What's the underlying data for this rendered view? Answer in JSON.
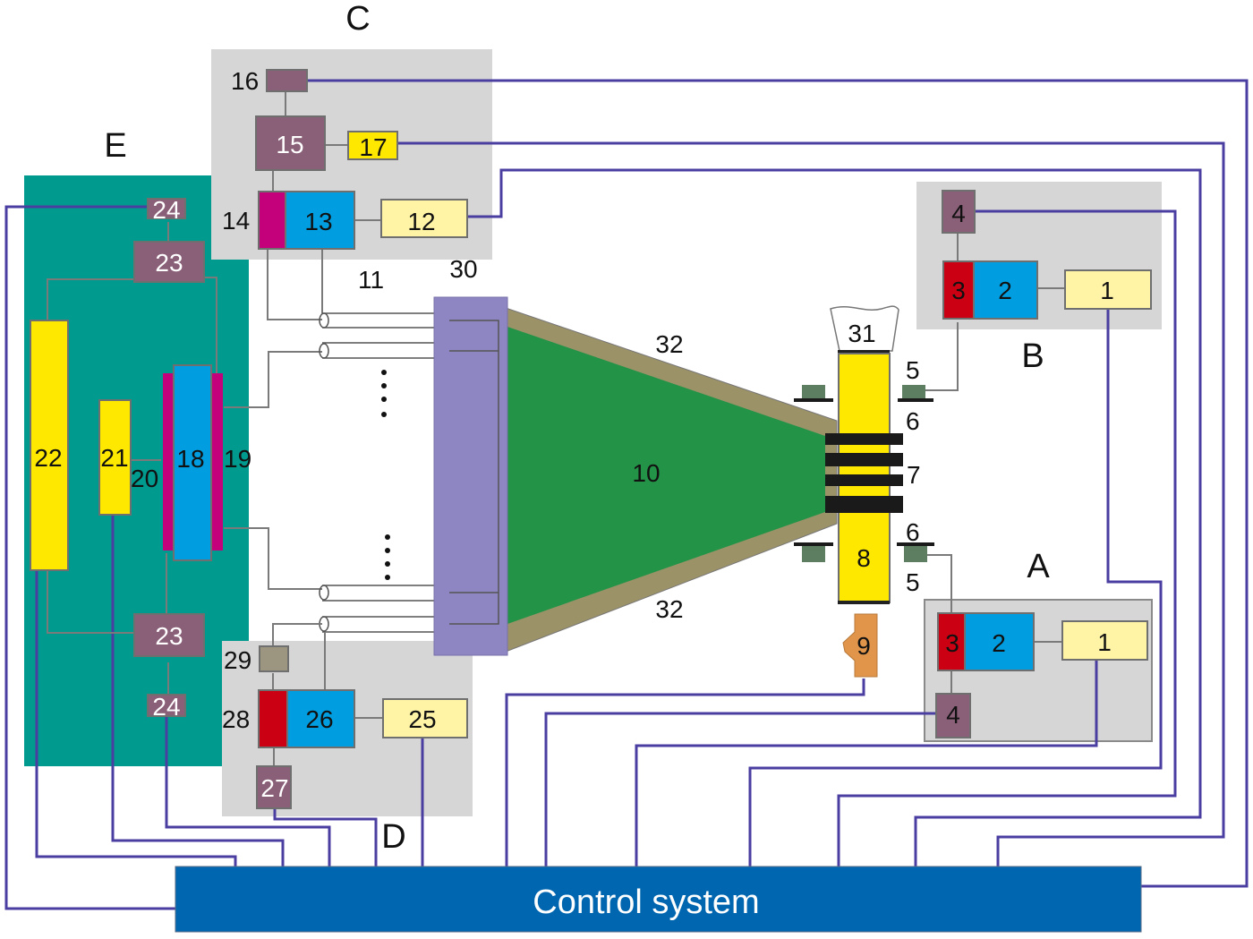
{
  "diagram": {
    "sections": {
      "A": "A",
      "B": "B",
      "C": "C",
      "D": "D",
      "E": "E"
    },
    "control_system": "Control system",
    "components": {
      "c1": "1",
      "c2": "2",
      "c3": "3",
      "c4": "4",
      "c5": "5",
      "c6": "6",
      "c7": "7",
      "c8": "8",
      "c9": "9",
      "c10": "10",
      "c11": "11",
      "c12": "12",
      "c13": "13",
      "c14": "14",
      "c15": "15",
      "c16": "16",
      "c17": "17",
      "c18": "18",
      "c19": "19",
      "c20": "20",
      "c21": "21",
      "c22": "22",
      "c23": "23",
      "c24": "24",
      "c25": "25",
      "c26": "26",
      "c27": "27",
      "c28": "28",
      "c29": "29",
      "c30": "30",
      "c31": "31",
      "c32": "32"
    },
    "colors": {
      "panel_gray": "#d6d6d6",
      "panel_teal": "#009a8e",
      "mauve": "#8a5f78",
      "yellow": "#ffe800",
      "pale_yellow": "#fff3a6",
      "blue": "#009ee0",
      "red": "#cc0013",
      "magenta": "#c4007a",
      "purple_block": "#8e86c2",
      "green_cone": "#239347",
      "khaki": "#9c9268",
      "orange": "#e0954a",
      "sensor_green": "#5e7e62",
      "control_blue": "#0066b0",
      "wire": "#4a3fa0"
    }
  }
}
